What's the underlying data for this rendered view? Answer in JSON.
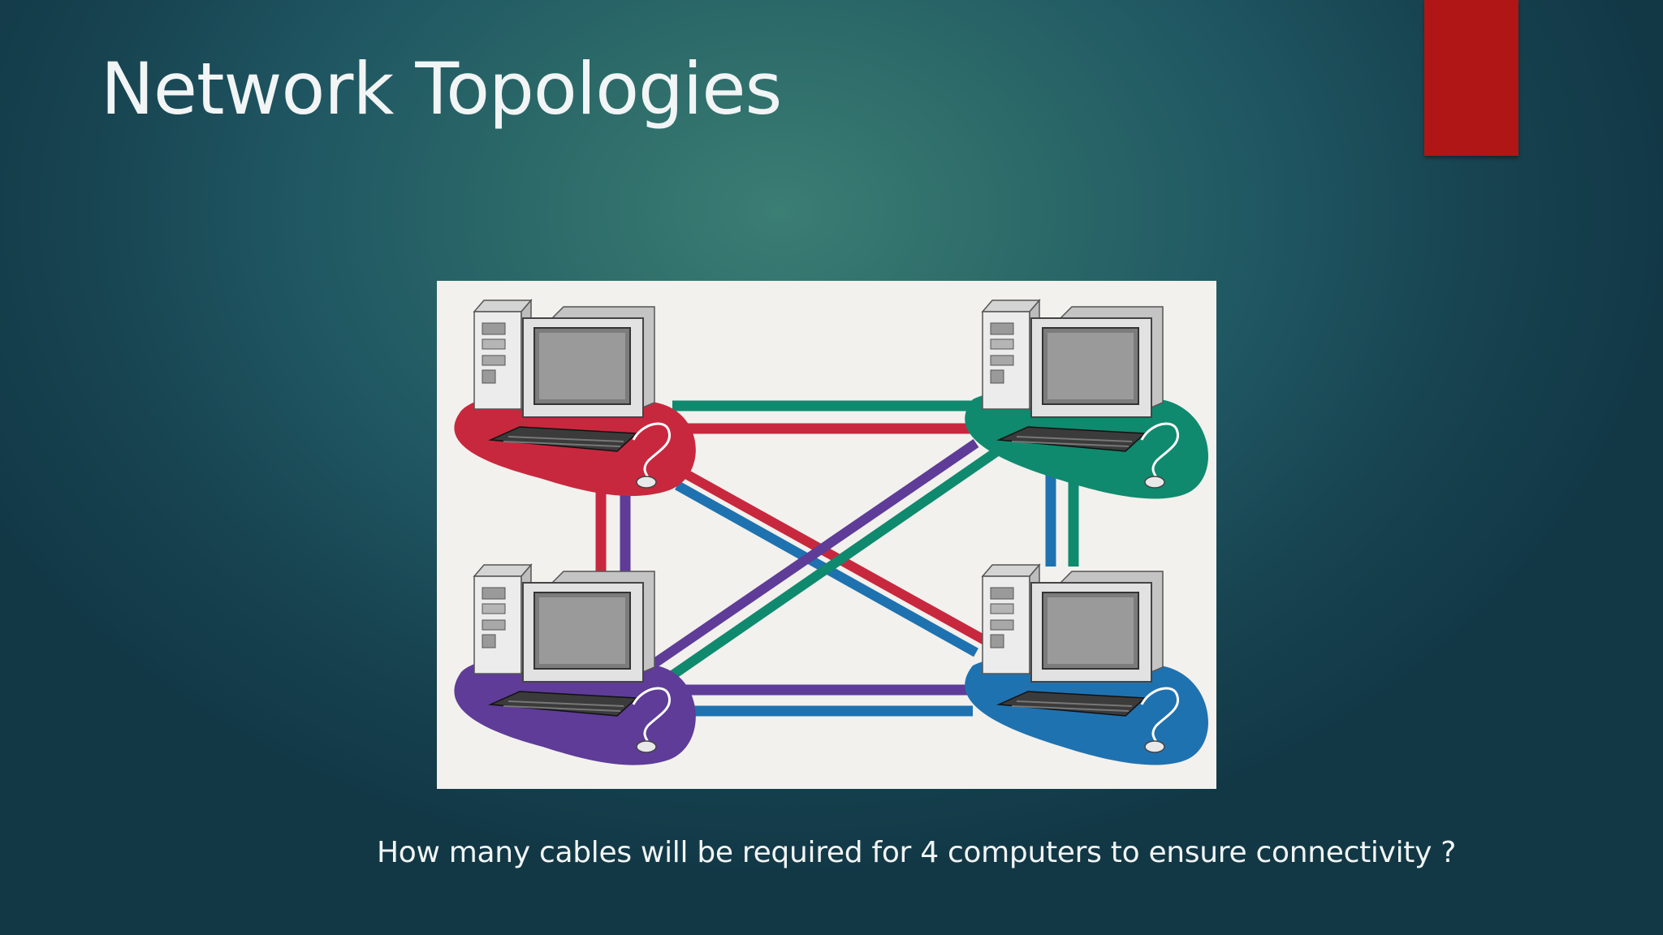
{
  "slide": {
    "title": "Network Topologies",
    "question": "How many cables will be required for 4 computers to ensure connectivity ?"
  },
  "colors": {
    "accent_bar": "#b01616",
    "background": "#1f5662",
    "text": "#f2f5f5",
    "node_red": "#c8283e",
    "node_green": "#0f8a6e",
    "node_purple": "#5e3c98",
    "node_blue": "#1f72b0"
  },
  "diagram": {
    "topology": "full mesh",
    "nodes": [
      {
        "name": "computer-top-left",
        "color": "red"
      },
      {
        "name": "computer-top-right",
        "color": "green"
      },
      {
        "name": "computer-bottom-left",
        "color": "purple"
      },
      {
        "name": "computer-bottom-right",
        "color": "blue"
      }
    ],
    "icons": [
      "desktop-computer-icon",
      "keyboard-icon",
      "mouse-icon"
    ]
  }
}
